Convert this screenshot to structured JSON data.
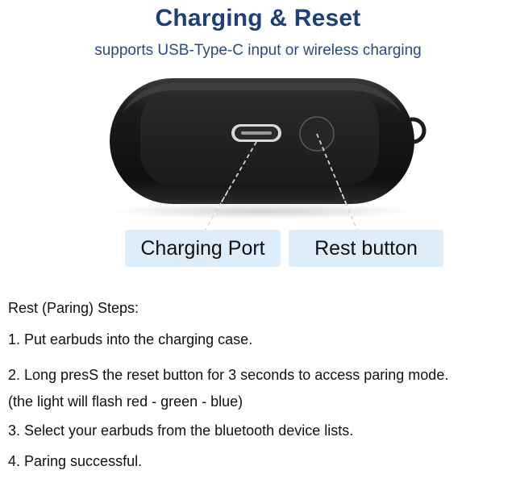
{
  "header": {
    "title": "Charging & Reset",
    "subtitle": "supports USB-Type-C input or wireless charging"
  },
  "labels": {
    "charging_port": "Charging Port",
    "reset_button": "Rest button"
  },
  "steps": {
    "heading": "Rest (Paring) Steps:",
    "items": [
      "1. Put earbuds into the charging case.",
      "2. Long presS the reset button for 3 seconds to access paring mode.",
      "(the light will flash red -  green - blue)",
      "3. Select your earbuds from the bluetooth device lists.",
      "4. Paring successful."
    ]
  },
  "colors": {
    "title": "#1f3f78",
    "label_background": "#ddeefa",
    "case_body": "#1a1a1a"
  },
  "icons": [
    "usb-c-port-icon",
    "reset-button-icon",
    "lanyard-ring-icon"
  ]
}
